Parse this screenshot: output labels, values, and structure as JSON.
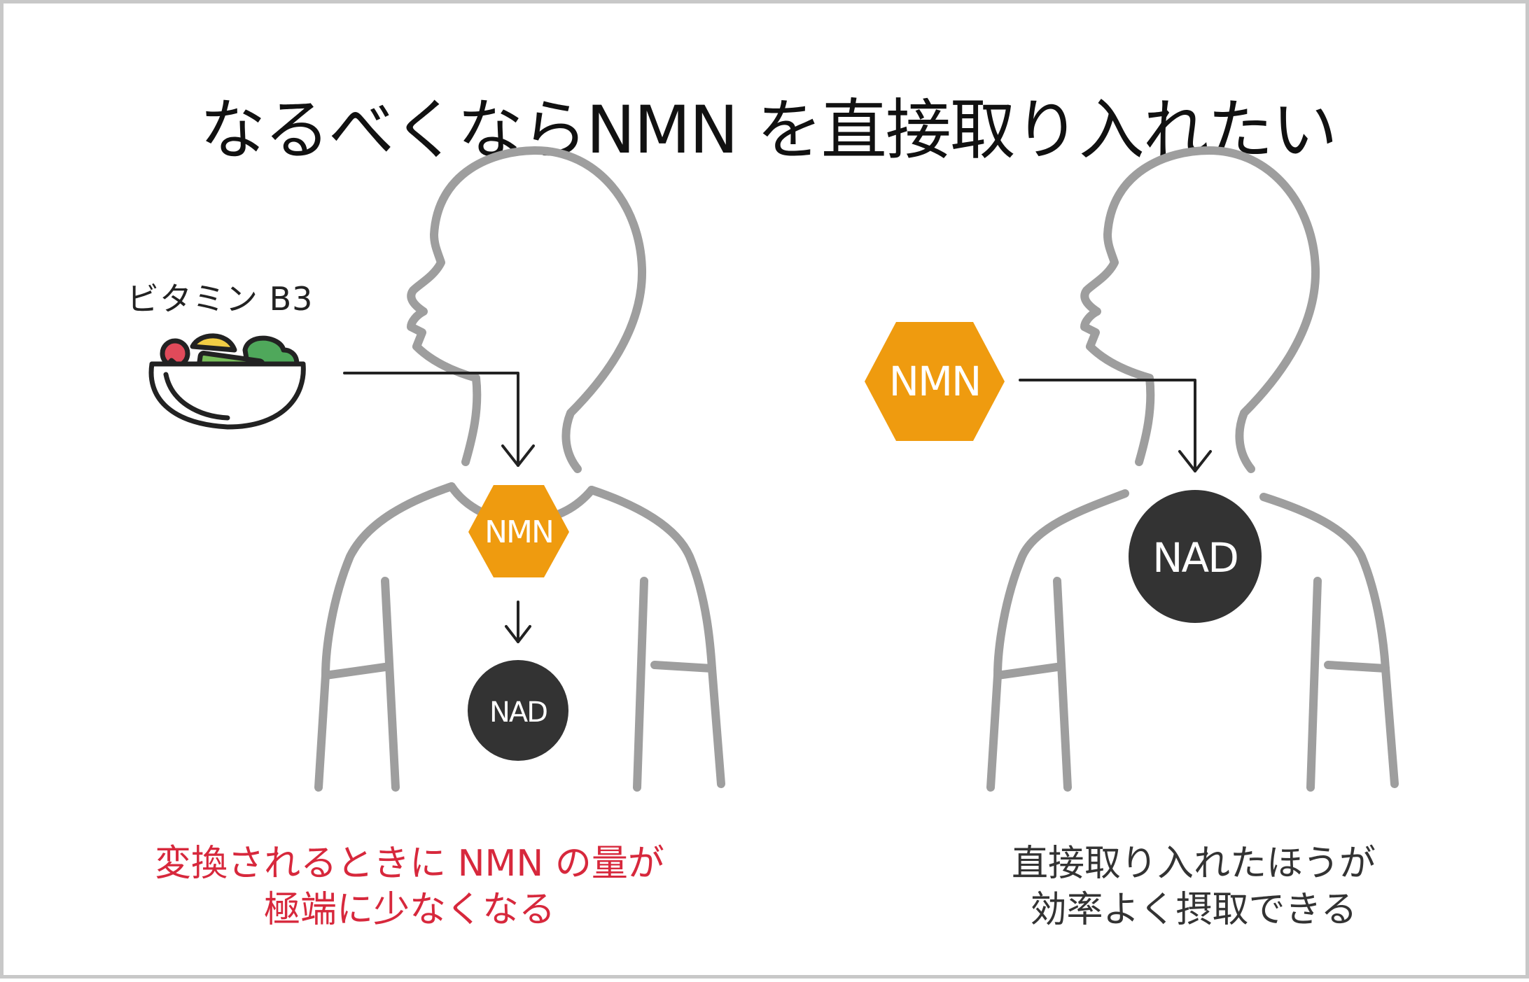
{
  "title": "なるべくならNMN を直接取り入れたい",
  "left": {
    "food_label": "ビタミン B3",
    "nmn_label": "NMN",
    "nad_label": "NAD",
    "caption_line1": "変換されるときに NMN の量が",
    "caption_line2": "極端に少なくなる"
  },
  "right": {
    "nmn_label": "NMN",
    "nad_label": "NAD",
    "caption_line1": "直接取り入れたほうが",
    "caption_line2": "効率よく摂取できる"
  },
  "colors": {
    "nmn_hexagon": "#ef9b0f",
    "nad_circle": "#333333",
    "body_outline": "#9e9e9e",
    "warning_text": "#d7283c",
    "arrow": "#222222"
  },
  "icons": {
    "food_bowl": "salad-bowl-icon"
  }
}
